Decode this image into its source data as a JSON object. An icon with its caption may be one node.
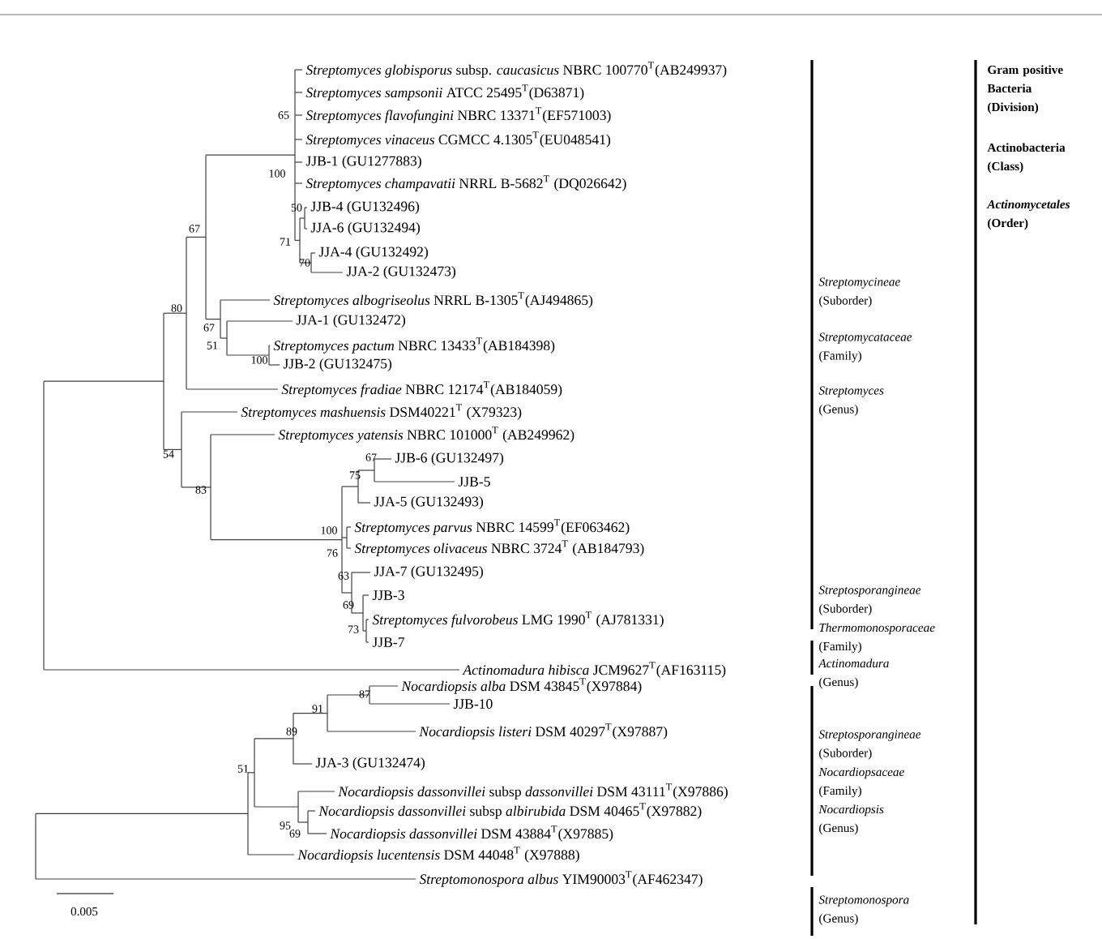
{
  "diagram": {
    "labels": [
      "*Streptomyces globisporus* subsp. *caucasicus* NBRC 100770$^{T}$(AB249937)",
      "*Streptomyces sampsonii* ATCC 25495$^{T}$(D63871)",
      "*Streptomyces flavofungini* NBRC 13371$^{T}$(EF571003)",
      "*Streptomyces vinaceus* CGMCC 4.1305$^{T}$(EU048541)",
      "JJB-1 (GU1277883)",
      "*Streptomyces champavatii* NRRL B-5682$^{T}$ (DQ026642)",
      "JJB-4 (GU132496)",
      "JJA-6 (GU132494)",
      "JJA-4 (GU132492)",
      "JJA-2 (GU132473)",
      "*Streptomyces albogriseolus* NRRL B-1305$^{T}$(AJ494865)",
      "JJA-1 (GU132472)",
      "*Streptomyces pactum* NBRC 13433$^{T}$(AB184398)",
      "JJB-2 (GU132475)",
      "*Streptomyces fradiae* NBRC 12174$^{T}$(AB184059)",
      "*Streptomyces mashuensis* DSM40221$^{T}$ (X79323)",
      "*Streptomyces yatensis* NBRC 101000$^{T}$ (AB249962)",
      "JJB-6 (GU132497)",
      "JJB-5",
      "JJA-5 (GU132493)",
      "*Streptomyces parvus* NBRC 14599$^{T}$(EF063462)",
      "*Streptomyces olivaceus* NBRC 3724$^{T}$ (AB184793)",
      "JJA-7 (GU132495)",
      "JJB-3",
      "*Streptomyces fulvorobeus* LMG 1990$^{T}$ (AJ781331)",
      "JJB-7",
      "*Actinomadura hibisca* JCM9627$^{T}$(AF163115)",
      "*Nocardiopsis alba* DSM 43845$^{T}$(X97884)",
      "JJB-10",
      "*Nocardiopsis listeri* DSM 40297$^{T}$(X97887)",
      "JJA-3 (GU132474)",
      "*Nocardiopsis dassonvillei* subsp *dassonvillei* DSM 43111$^{T}$(X97886)",
      "*Nocardiopsis dassonvillei* subsp *albirubida* DSM 40465$^{T}$(X97882)",
      "*Nocardiopsis dassonvillei* DSM 43884$^{T}$(X97885)",
      "*Nocardiopsis lucentensis* DSM 44048$^{T}$ (X97888)",
      "*Streptomonospora albus* YIM90003$^{T}$(AF462347)",
      "65",
      "100",
      "50",
      "67",
      "71",
      "70",
      "80",
      "67",
      "51",
      "100",
      "54",
      "67",
      "75",
      "83",
      "100",
      "76",
      "63",
      "69",
      "73",
      "87",
      "91",
      "89",
      "51",
      "95",
      "69",
      "Gram positive Bacteria (Division)",
      "Actinobacteria (Class)",
      "*Actinomycetales* (Order)",
      "*Streptomycineae* (Suborder)",
      "*Streptomycataceae* (Family)",
      "*Streptomyces* (Genus)",
      "*Streptosporangineae* (Suborder)",
      "*Thermomonosporaceae* (Family)",
      "*Actinomadura* (Genus)",
      "*Streptosporangineae* (Suborder)",
      "*Nocardiopsaceae* (Family)",
      "*Nocardiopsis* (Genus)",
      "*Streptomonospora* (Genus)",
      "0.005"
    ]
  }
}
